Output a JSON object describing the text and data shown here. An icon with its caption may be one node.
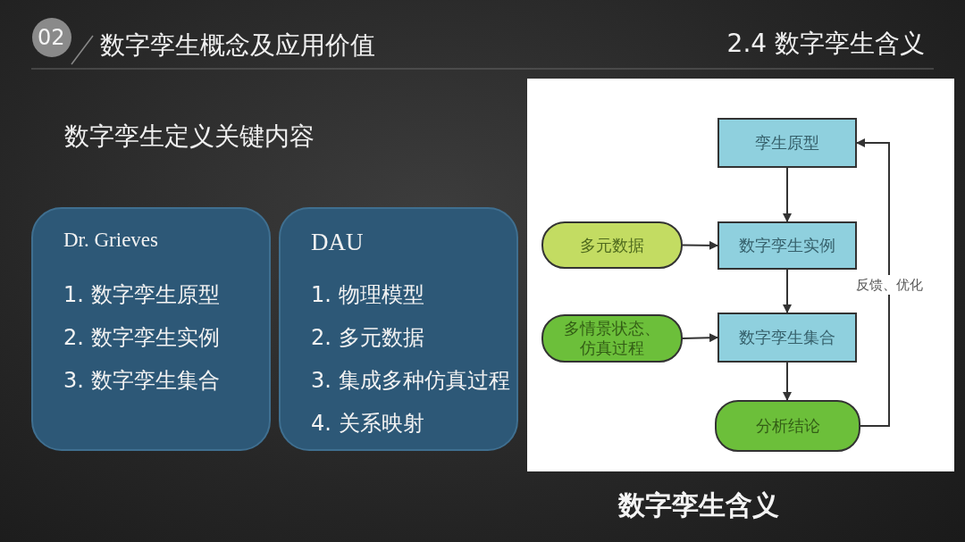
{
  "diagram": {
    "title": "数字孪生概念及应用价值",
    "caption": "数字孪生含义",
    "nodes": [
      {
        "text": [
          "Dr. Grieves",
          "1. 数字孪生原型",
          "2. 数字孪生实例",
          "3. 数字孪生集合"
        ]
      },
      {
        "text": [
          "DAU",
          "1. 物理模型",
          "2. 多元数据",
          "3. 集成多种仿真过程",
          "4. 关系映射"
        ]
      },
      {
        "text": [
          "孪生原型"
        ]
      },
      {
        "text": [
          "多元数据"
        ]
      },
      {
        "text": [
          "数字孪生实例"
        ]
      },
      {
        "text": [
          "多情景状态、仿真过程"
        ]
      },
      {
        "text": [
          "数字孪生集合"
        ]
      },
      {
        "text": [
          "分析结论"
        ]
      }
    ],
    "edges": [
      {
        "from": 2,
        "to": 4,
        "arrow": "to"
      },
      {
        "from": 3,
        "to": 4,
        "arrow": "to"
      },
      {
        "from": 4,
        "to": 6,
        "arrow": "to"
      },
      {
        "from": 5,
        "to": 6,
        "arrow": "to"
      },
      {
        "from": 6,
        "to": 7,
        "arrow": "to"
      },
      {
        "from": 7,
        "to": 2,
        "arrow": "to",
        "label": "反馈、优化"
      }
    ],
    "labels": [
      "02",
      "2.4 数字孪生含义",
      "数字孪生定义关键内容"
    ]
  }
}
